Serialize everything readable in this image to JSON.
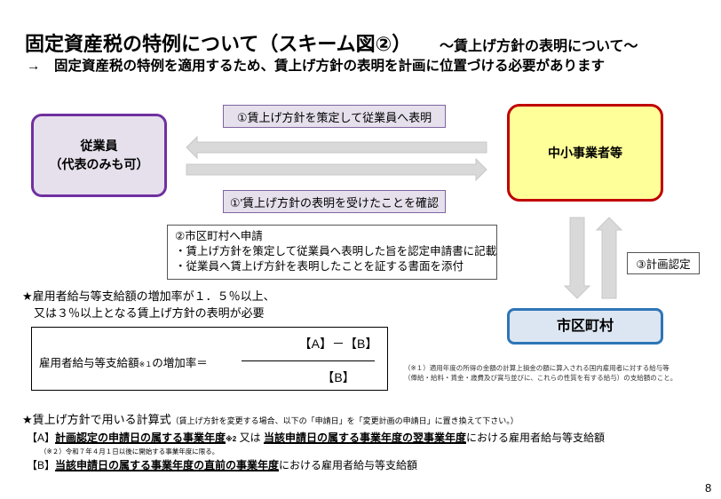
{
  "header": {
    "title": "固定資産税の特例について（スキーム図②）",
    "subtitle": "～賃上げ方針の表明について～",
    "lead": "→　固定資産税の特例を適用するため、賃上げ方針の表明を計画に位置づける必要があります"
  },
  "diagram": {
    "employee_line1": "従業員",
    "employee_line2": "（代表のみも可）",
    "sme": "中小事業者等",
    "municipality": "市区町村",
    "step1": "①賃上げ方針を策定して従業員へ表明",
    "step1b": "①'賃上げ方針の表明を受けたことを確認",
    "step2_title": "②市区町村へ申請",
    "step2_item1": "・賃上げ方針を策定して従業員へ表明した旨を認定申請書に記載",
    "step2_item2": "・従業員へ賃上げ方針を表明したことを証する書面を添付",
    "step3": "③計画認定"
  },
  "requirement": {
    "line1": "★雇用者給与等支給額の増加率が１．５％以上、",
    "line2": "　又は３％以上となる賃上げ方針の表明が必要"
  },
  "formula": {
    "label": "雇用者給与等支給額",
    "note_mark": "※１",
    "label_suffix": "の増加率＝",
    "numerator": "【A】－【B】",
    "denominator": "【B】"
  },
  "footnote1": {
    "line1": "（※１）適用年度の所得の金額の計算上損金の額に算入される国内雇用者に対する給与等",
    "line2": "（俸給・給料・賃金・歳費及び賞与並びに、これらの性質を有する給与）の支給額のこと。"
  },
  "calc": {
    "title": "★賃上げ方針で用いる計算式",
    "title_note": "（賃上げ方針を変更する場合、以下の「申請日」を「変更計画の申請日」に置き換えて下さい。）",
    "a_tag": "【A】",
    "a_b1": "計画認定の申請日の属する事業年度",
    "a_mark": "※2",
    "a_mid": "又は",
    "a_b2": "当該申請日の属する事業年度の翌事業年度",
    "a_tail": "における雇用者給与等支給額",
    "note2": "（※２）令和７年４月１日以後に開始する事業年度に限る。",
    "b_tag": "【B】",
    "b_b1": "当該申請日の属する事業年度の直前の事業年度",
    "b_tail": "における雇用者給与等支給額"
  },
  "page_number": "8",
  "colors": {
    "purple": "#7030a0",
    "red": "#c00000",
    "blue": "#2e75b6",
    "arrow": "#d9d9d9"
  }
}
